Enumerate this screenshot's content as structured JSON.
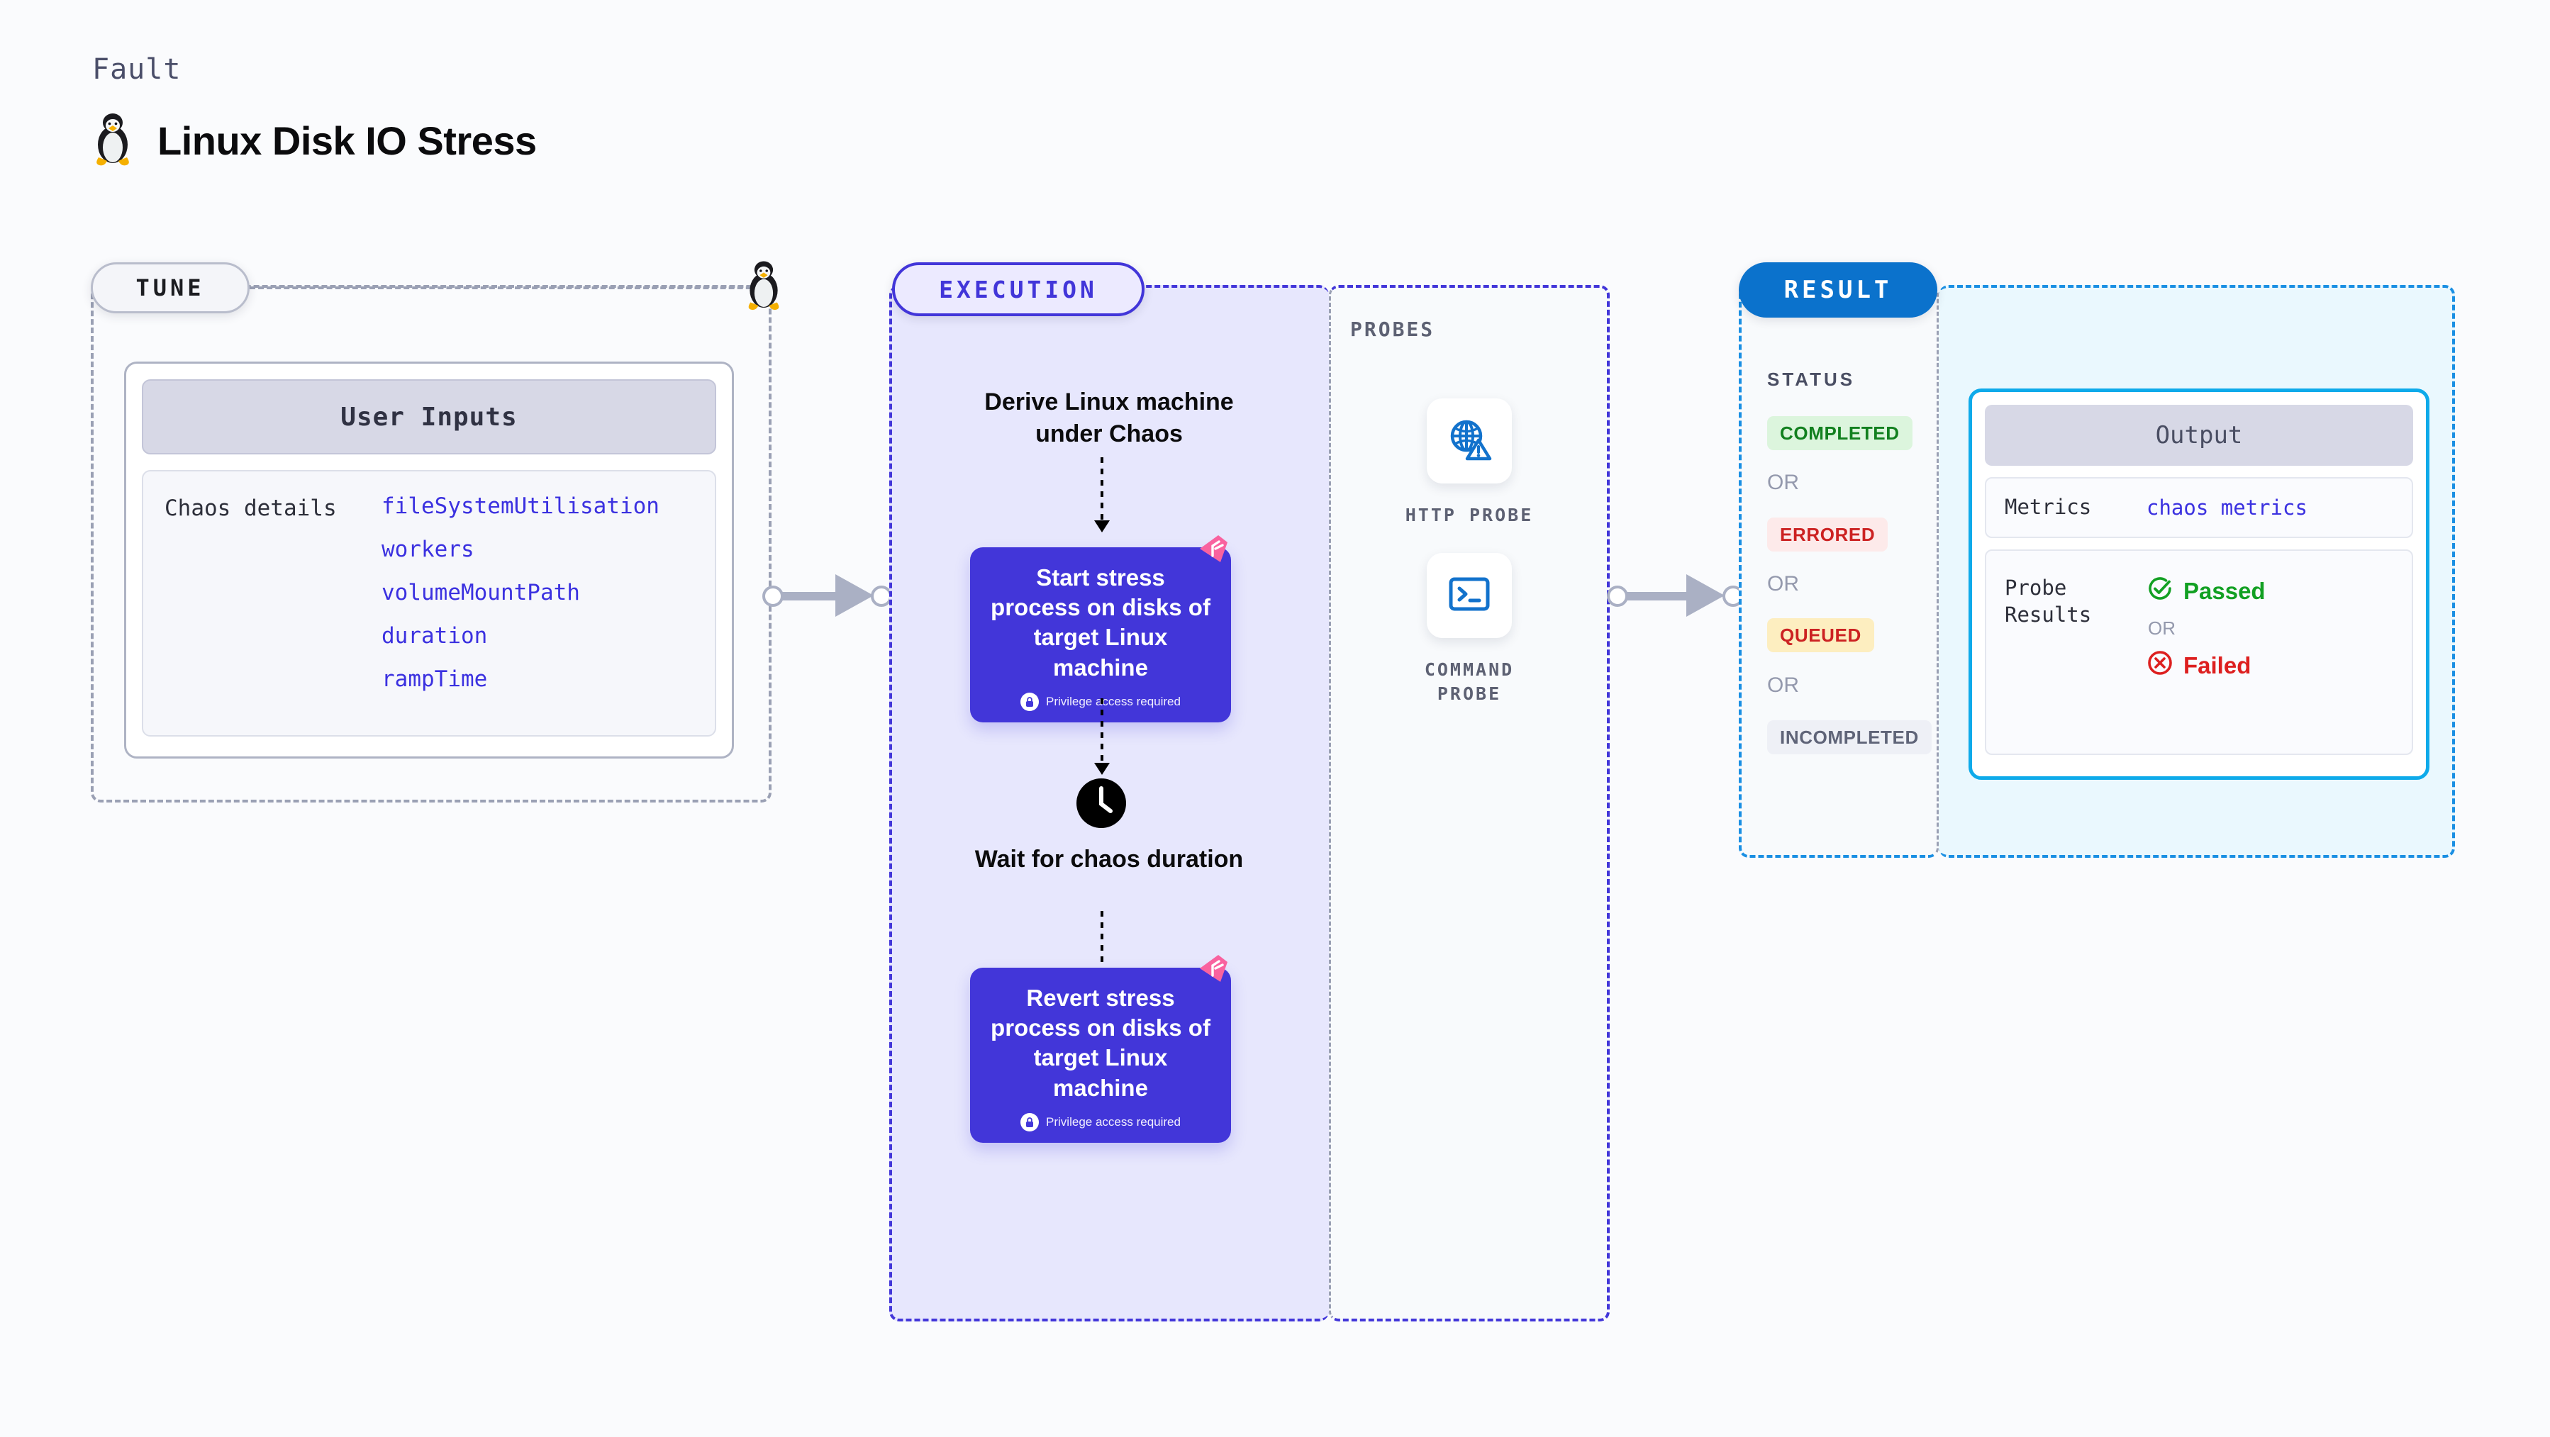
{
  "header": {
    "kicker": "Fault",
    "title": "Linux Disk IO Stress",
    "icon": "linux-penguin-icon"
  },
  "tune": {
    "pill_label": "TUNE",
    "icon": "linux-penguin-icon",
    "card": {
      "heading": "User Inputs",
      "key": "Chaos details",
      "values": [
        "fileSystemUtilisation",
        "workers",
        "volumeMountPath",
        "duration",
        "rampTime"
      ]
    }
  },
  "execution": {
    "pill_label": "EXECUTION",
    "derive_title": "Derive Linux machine\nunder Chaos",
    "step_start": {
      "text": "Start stress process on disks of target Linux machine",
      "privilege_note": "Privilege access required",
      "badge": "harness-chaos-badge-icon",
      "lock": "lock-icon"
    },
    "wait": {
      "icon": "clock-icon",
      "title": "Wait for chaos duration"
    },
    "step_revert": {
      "text": "Revert stress process on disks of target Linux machine",
      "privilege_note": "Privilege access required",
      "badge": "harness-chaos-badge-icon",
      "lock": "lock-icon"
    }
  },
  "probes": {
    "label": "PROBES",
    "items": [
      {
        "icon": "globe-warning-icon",
        "caption": "HTTP PROBE"
      },
      {
        "icon": "terminal-prompt-icon",
        "caption": "COMMAND\nPROBE"
      }
    ]
  },
  "result": {
    "pill_label": "RESULT",
    "status": {
      "label": "STATUS",
      "or_label": "OR",
      "badges": [
        {
          "text": "COMPLETED",
          "bg": "#dcf5dd",
          "fg": "#12801f"
        },
        {
          "text": "ERRORED",
          "bg": "#fdeaea",
          "fg": "#cc2222"
        },
        {
          "text": "QUEUED",
          "bg": "#fdeec0",
          "fg": "#cc2222"
        },
        {
          "text": "INCOMPLETED",
          "bg": "#eef0f6",
          "fg": "#5f6478"
        }
      ]
    },
    "output": {
      "heading": "Output",
      "metrics_key": "Metrics",
      "metrics_value": "chaos metrics",
      "probe_key": "Probe Results",
      "passed_label": "Passed",
      "failed_label": "Failed",
      "or_label": "OR",
      "passed_icon": "check-circle-icon",
      "failed_icon": "x-circle-icon"
    }
  },
  "colors": {
    "accent_purple": "#4236d9",
    "accent_blue": "#0b72cc",
    "accent_cyan": "#0eaaea",
    "badge_pink": "#f9629f",
    "probe_blue": "#1272cc",
    "connector_grey": "#aab0c4"
  }
}
